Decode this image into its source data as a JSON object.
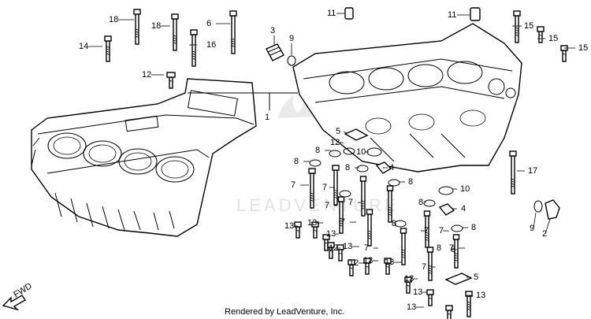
{
  "watermark": "LEADVENTURE",
  "footer": "Rendered by LeadVenture, Inc.",
  "fwd_label": "FWD",
  "callouts": {
    "c1": "1",
    "c2": "2",
    "c3": "3",
    "c4a": "4",
    "c4b": "4",
    "c5a": "5",
    "c5b": "5",
    "c6": "6",
    "c7a": "7",
    "c7b": "7",
    "c7c": "7",
    "c7d": "7",
    "c7e": "7",
    "c7f": "7",
    "c7g": "7",
    "c7h": "7",
    "c7i": "7",
    "c7j": "7",
    "c8a": "8",
    "c8b": "8",
    "c8c": "8",
    "c8d": "8",
    "c8e": "8",
    "c8f": "8",
    "c8g": "8",
    "c8h": "8",
    "c8i": "8",
    "c9a": "9",
    "c9b": "9",
    "c10a": "10",
    "c10b": "10",
    "c11a": "11",
    "c11b": "11",
    "c12a": "12",
    "c12b": "12",
    "c12c": "12",
    "c12d": "12",
    "c13a": "13",
    "c13b": "13",
    "c13c": "13",
    "c13d": "13",
    "c13e": "13",
    "c13f": "13",
    "c13g": "13",
    "c13h": "13",
    "c13i": "13",
    "c13j": "13",
    "c14": "14",
    "c15a": "15",
    "c15b": "15",
    "c15c": "15",
    "c16": "16",
    "c17": "17",
    "c18a": "18",
    "c18b": "18"
  }
}
